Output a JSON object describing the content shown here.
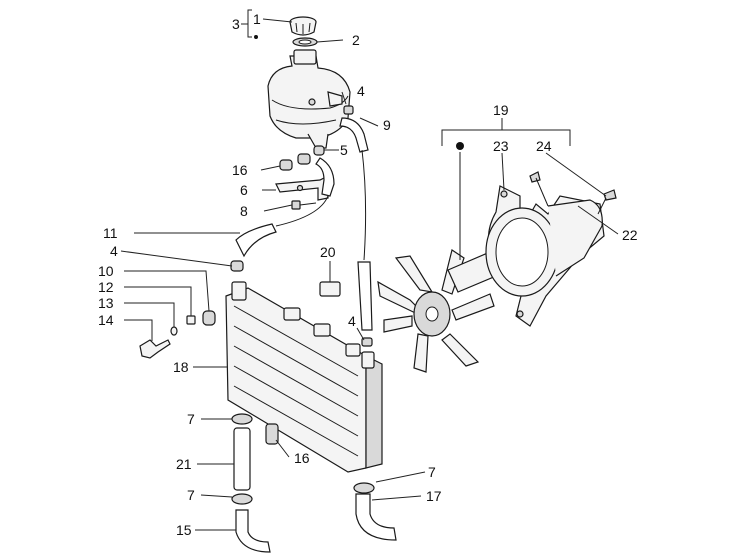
{
  "callouts": [
    {
      "id": "c1",
      "text": "1"
    },
    {
      "id": "c2",
      "text": "2"
    },
    {
      "id": "c3",
      "text": "3"
    },
    {
      "id": "c4a",
      "text": "4"
    },
    {
      "id": "c9",
      "text": "9"
    },
    {
      "id": "c5",
      "text": "5"
    },
    {
      "id": "c16a",
      "text": "16"
    },
    {
      "id": "c6",
      "text": "6"
    },
    {
      "id": "c8",
      "text": "8"
    },
    {
      "id": "c11",
      "text": "11"
    },
    {
      "id": "c4b",
      "text": "4"
    },
    {
      "id": "c10",
      "text": "10"
    },
    {
      "id": "c12",
      "text": "12"
    },
    {
      "id": "c13",
      "text": "13"
    },
    {
      "id": "c14",
      "text": "14"
    },
    {
      "id": "c18",
      "text": "18"
    },
    {
      "id": "c20",
      "text": "20"
    },
    {
      "id": "c4c",
      "text": "4"
    },
    {
      "id": "c19",
      "text": "19"
    },
    {
      "id": "c23",
      "text": "23"
    },
    {
      "id": "c24",
      "text": "24"
    },
    {
      "id": "c22",
      "text": "22"
    },
    {
      "id": "c7a",
      "text": "7"
    },
    {
      "id": "c21",
      "text": "21"
    },
    {
      "id": "c16b",
      "text": "16"
    },
    {
      "id": "c7b",
      "text": "7"
    },
    {
      "id": "c15",
      "text": "15"
    },
    {
      "id": "c7c",
      "text": "7"
    },
    {
      "id": "c17",
      "text": "17"
    }
  ],
  "parts": [
    "expansion-tank",
    "filler-cap",
    "cap-seal",
    "tank-bracket",
    "radiator",
    "cooling-fan",
    "fan-shroud",
    "upper-hose",
    "lower-hose",
    "overflow-hose",
    "hose-clamps",
    "rubber-mounts",
    "fixing-screw"
  ]
}
